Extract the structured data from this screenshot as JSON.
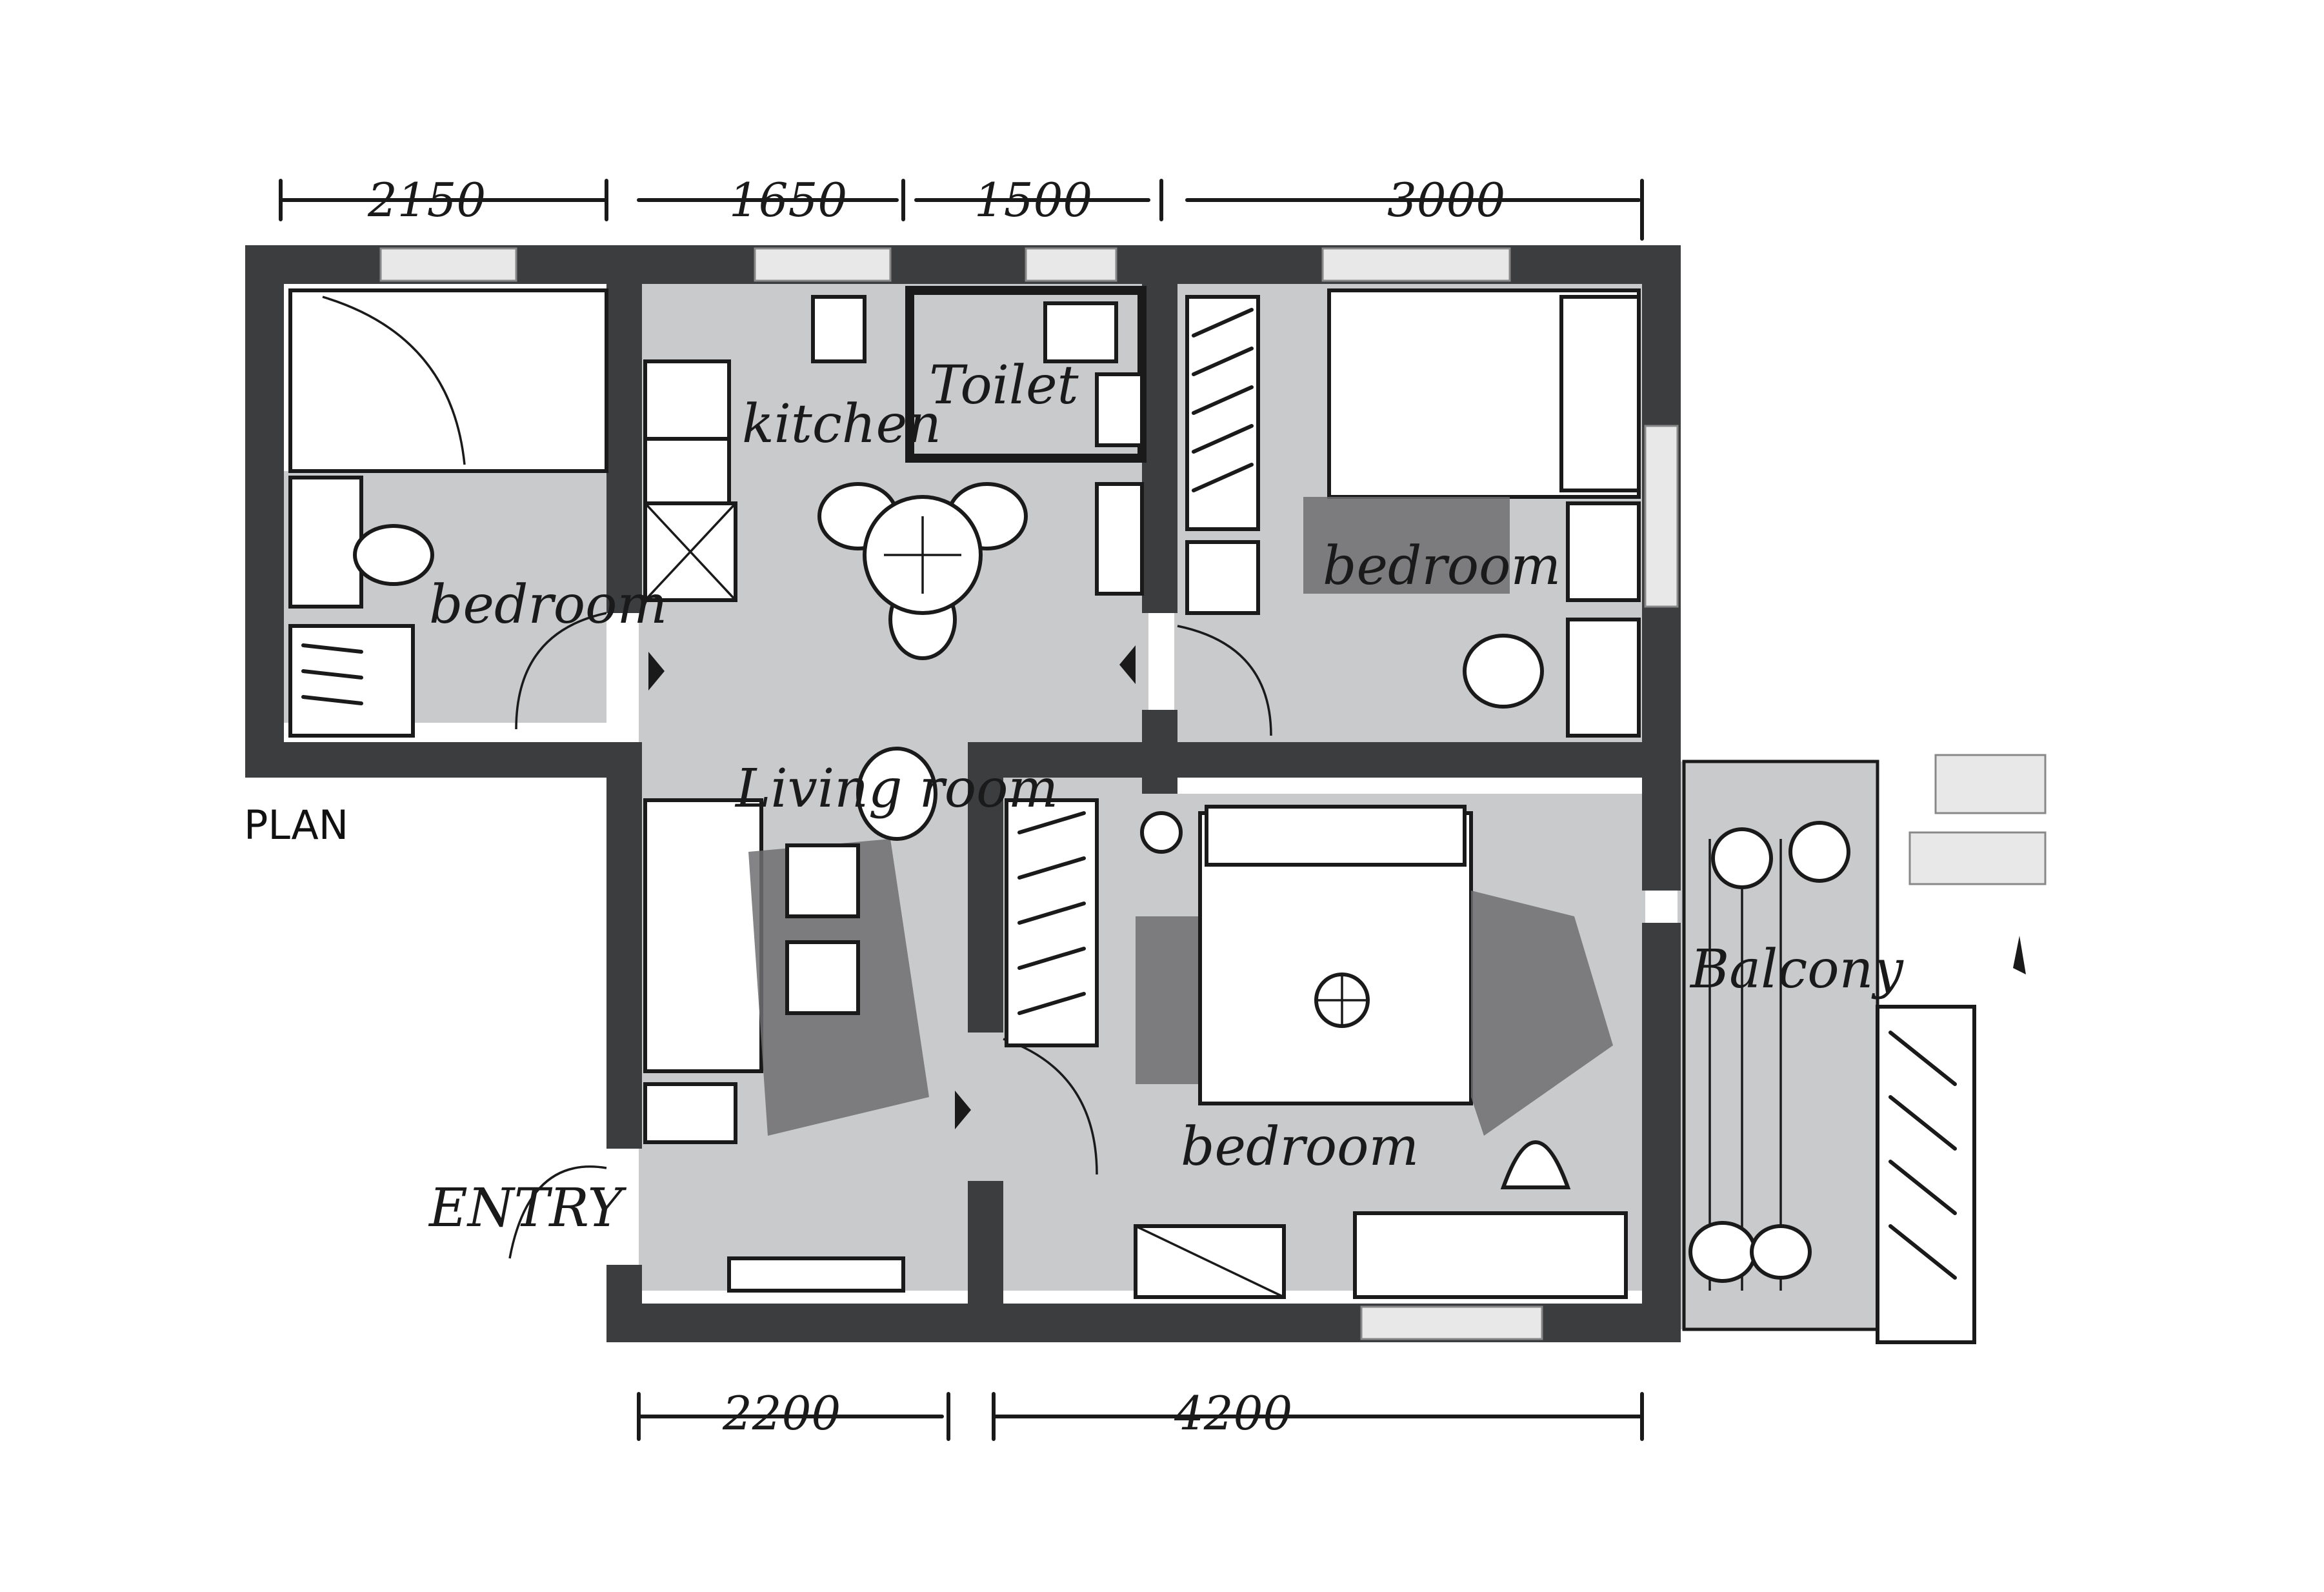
{
  "plan_label": "PLAN",
  "dimensions": {
    "top": [
      "2150",
      "1650",
      "1500",
      "3000"
    ],
    "bottom": [
      "2200",
      "4200"
    ]
  },
  "rooms": {
    "bedroom_left": "bedroom",
    "kitchen": "kitchen",
    "toilet": "Toilet",
    "bedroom_right": "bedroom",
    "living": "Living room",
    "bedroom_main": "bedroom",
    "balcony": "Balcony",
    "entry": "ENTRY"
  },
  "colors": {
    "wall": "#3c3d3f",
    "floor": "#c9cacb",
    "shade": "#6e6f71"
  }
}
